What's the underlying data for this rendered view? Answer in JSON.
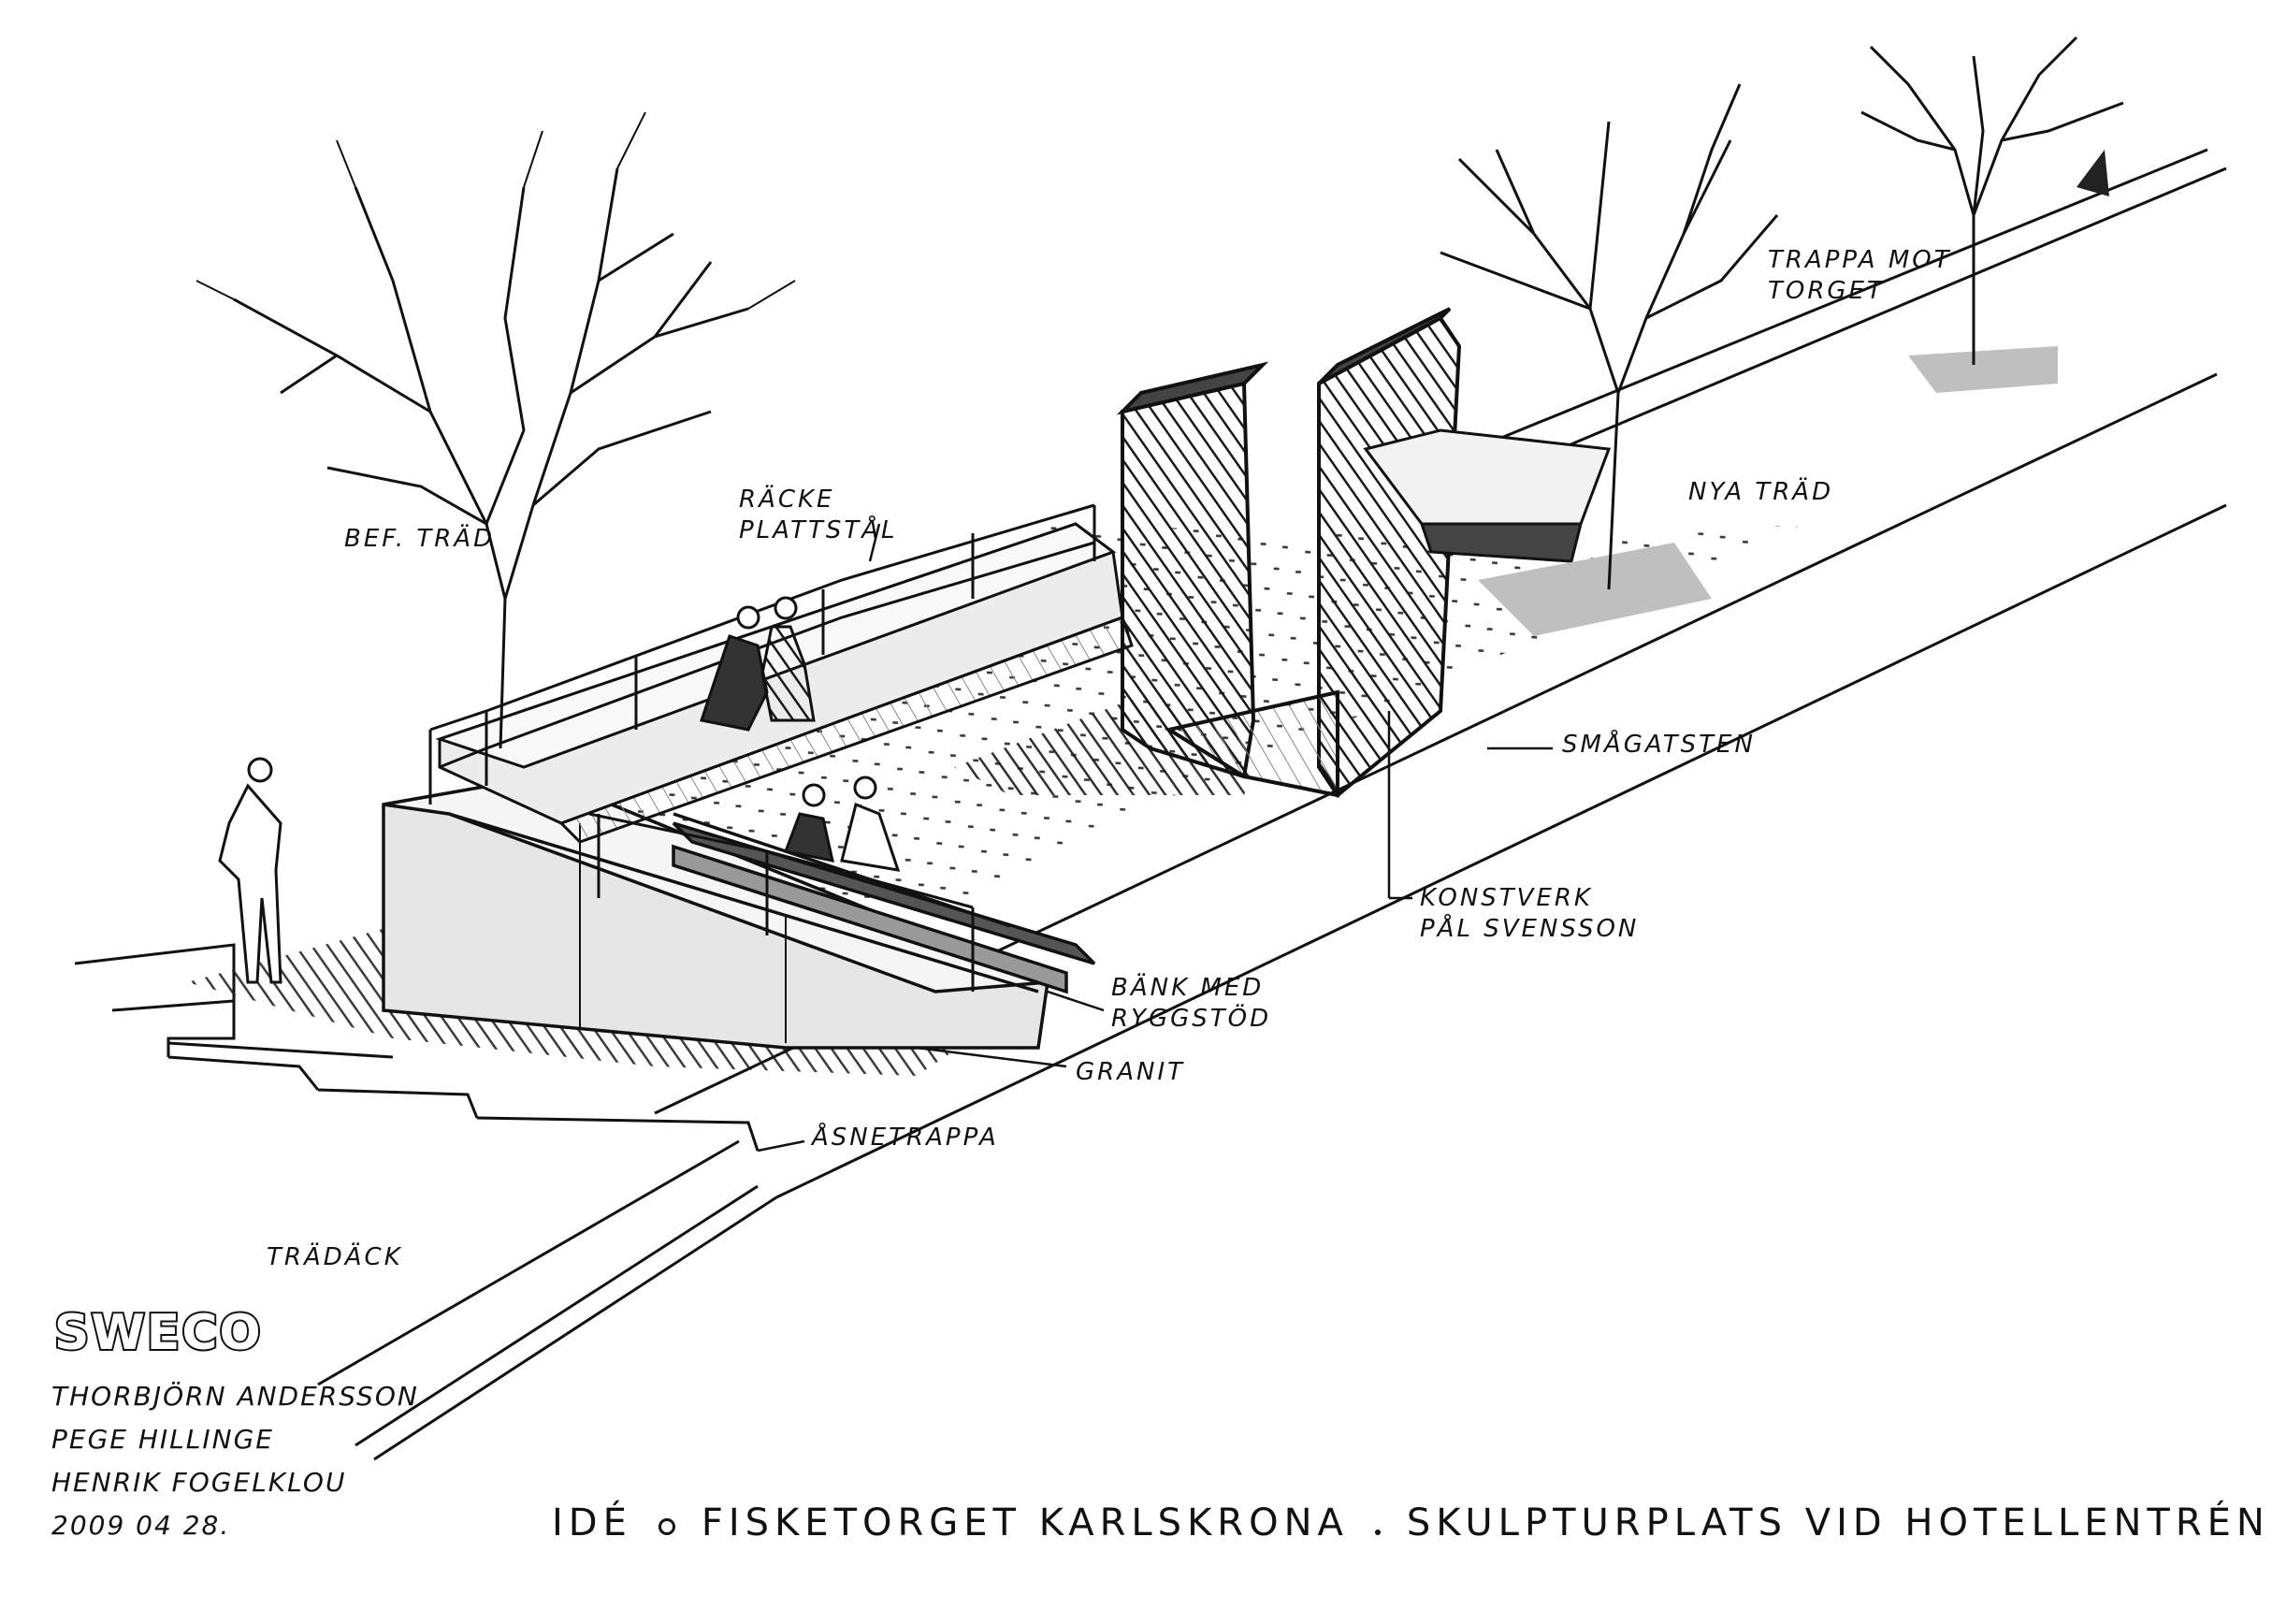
{
  "labels": {
    "bef_trad": "BEF. TRÄD",
    "racke_line1": "RÄCKE",
    "racke_line2": "PLATTSTÅL",
    "nya_trad": "NYA TRÄD",
    "trappa_line1": "TRAPPA MOT",
    "trappa_line2": "TORGET",
    "smagatsten": "SMÅGATSTEN",
    "konstverk_line1": "KONSTVERK",
    "konstverk_line2": "PÅL SVENSSON",
    "bank_line1": "BÄNK MED",
    "bank_line2": "RYGGSTÖD",
    "granit": "GRANIT",
    "asnetrappa": "ÅSNETRAPPA",
    "tradack": "TRÄDÄCK"
  },
  "credits": {
    "logo": "SWECO",
    "author1": "THORBJÖRN ANDERSSON",
    "author2": "PEGE HILLINGE",
    "author3": "HENRIK FOGELKLOU",
    "date": "2009 04 28."
  },
  "title": {
    "ide": "IDÉ",
    "place": "FISKETORGET KARLSKRONA",
    "subject": "SKULPTURPLATS VID HOTELLENTRÉN"
  }
}
